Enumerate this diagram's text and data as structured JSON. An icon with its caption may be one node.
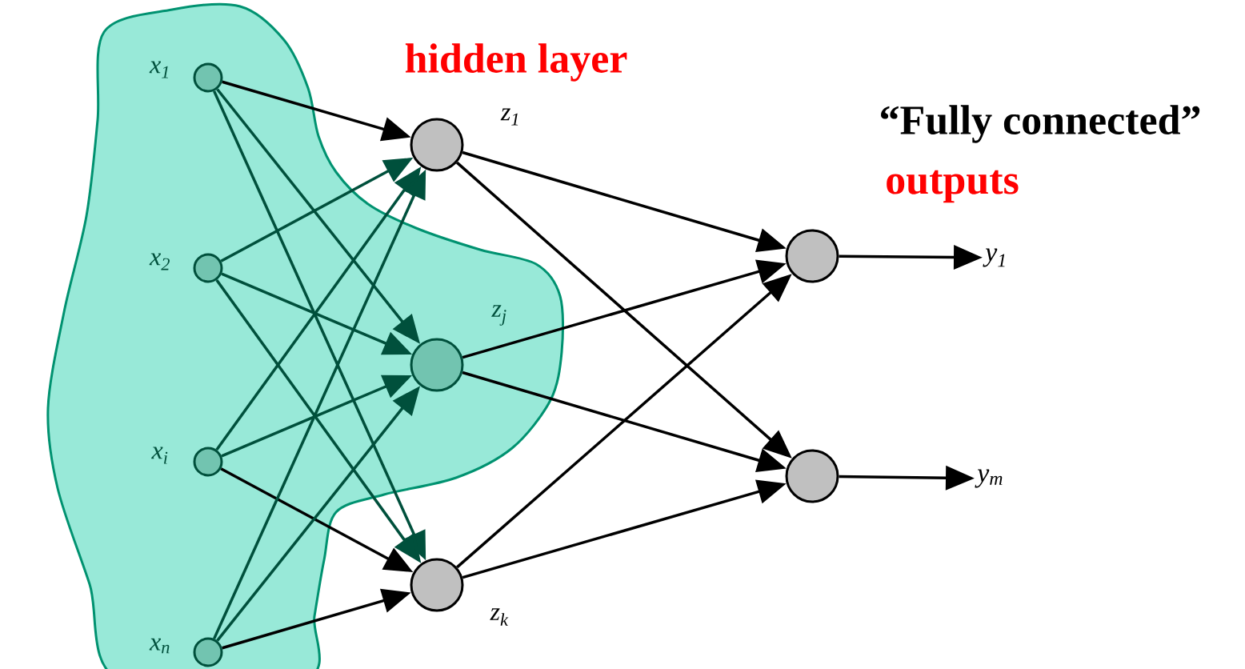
{
  "diagram": {
    "nodes": [
      {
        "text": [],
        "shape": "circle",
        "beside": [
          "x$_{1}$"
        ]
      },
      {
        "text": [],
        "shape": "circle",
        "beside": [
          "x$_{2}$"
        ]
      },
      {
        "text": [],
        "shape": "circle",
        "beside": [
          "x$_{i}$"
        ]
      },
      {
        "text": [],
        "shape": "circle",
        "beside": [
          "x$_{n}$"
        ]
      },
      {
        "text": [],
        "shape": "circle",
        "beside": [
          "z$_{1}$"
        ]
      },
      {
        "text": [],
        "shape": "circle",
        "beside": [
          "z$_{j}$"
        ]
      },
      {
        "text": [],
        "shape": "circle",
        "beside": [
          "z$_{k}$"
        ]
      },
      {
        "text": [],
        "shape": "circle"
      },
      {
        "text": [],
        "shape": "circle"
      },
      {
        "text": [
          "y$_{1}$"
        ]
      },
      {
        "text": [
          "y$_{m}$"
        ]
      }
    ],
    "edges": [
      {
        "from": 0,
        "to": 4,
        "arrow": "to"
      },
      {
        "from": 0,
        "to": 5,
        "arrow": "to",
        "color": "#00503c"
      },
      {
        "from": 0,
        "to": 6,
        "arrow": "to",
        "color": "#00503c"
      },
      {
        "from": 1,
        "to": 4,
        "arrow": "to",
        "color": "#00503c"
      },
      {
        "from": 1,
        "to": 5,
        "arrow": "to",
        "color": "#00503c"
      },
      {
        "from": 1,
        "to": 6,
        "arrow": "to",
        "color": "#00503c"
      },
      {
        "from": 2,
        "to": 4,
        "arrow": "to",
        "color": "#00503c"
      },
      {
        "from": 2,
        "to": 5,
        "arrow": "to",
        "color": "#00503c"
      },
      {
        "from": 2,
        "to": 6,
        "arrow": "to"
      },
      {
        "from": 3,
        "to": 4,
        "arrow": "to",
        "color": "#00503c"
      },
      {
        "from": 3,
        "to": 5,
        "arrow": "to",
        "color": "#00503c"
      },
      {
        "from": 3,
        "to": 6,
        "arrow": "to"
      },
      {
        "from": 4,
        "to": 7,
        "arrow": "to"
      },
      {
        "from": 4,
        "to": 8,
        "arrow": "to"
      },
      {
        "from": 5,
        "to": 7,
        "arrow": "to"
      },
      {
        "from": 5,
        "to": 8,
        "arrow": "to"
      },
      {
        "from": 6,
        "to": 7,
        "arrow": "to"
      },
      {
        "from": 6,
        "to": 8,
        "arrow": "to"
      },
      {
        "from": 7,
        "to": 9,
        "arrow": "to"
      },
      {
        "from": 8,
        "to": 10,
        "arrow": "to"
      }
    ],
    "labels": [
      "hidden layer",
      "“Fully connected”",
      "outputs"
    ]
  }
}
